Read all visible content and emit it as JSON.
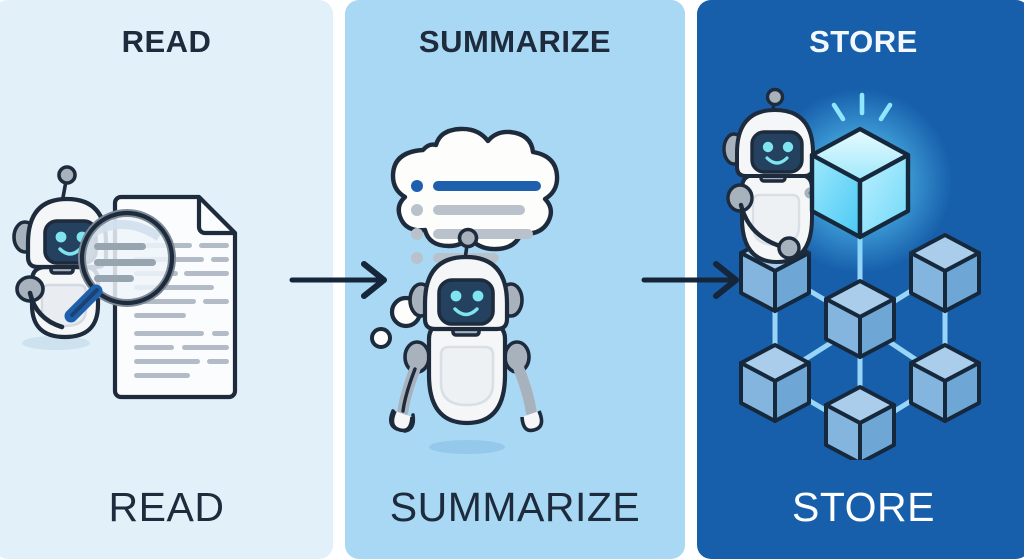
{
  "diagram": {
    "type": "three-stage-process-flow",
    "background": "#ffffff",
    "stages": [
      {
        "id": "read",
        "title": "READ",
        "caption": "READ",
        "panel_color": "#e2f0fa",
        "title_color": "#1d2b3c",
        "caption_color": "#1d2b3c",
        "illustration": "robot-with-magnifying-glass-reading-document"
      },
      {
        "id": "summarize",
        "title": "SUMMARIZE",
        "caption": "SUMMARIZE",
        "panel_color": "#a8d8f4",
        "title_color": "#1d2b3c",
        "caption_color": "#1d2b3c",
        "illustration": "robot-with-thought-bubble-bullet-list"
      },
      {
        "id": "store",
        "title": "STORE",
        "caption": "STORE",
        "panel_color": "#175fab",
        "title_color": "#f2f8fe",
        "caption_color": "#ffffff",
        "illustration": "robot-placing-glowing-block-onto-blockchain-network"
      }
    ],
    "connectors": [
      {
        "id": "arrow-1",
        "from": "read",
        "to": "summarize",
        "shape": "right-arrow",
        "color": "#15263a"
      },
      {
        "id": "arrow-2",
        "from": "summarize",
        "to": "store",
        "shape": "right-arrow",
        "color": "#15263a"
      }
    ],
    "palette": {
      "outline": "#1d2b3c",
      "robot_body": "#f4f6f8",
      "robot_metal": "#a8b2bc",
      "robot_face": "#24425f",
      "eye_cyan": "#7fe3f0",
      "document_paper": "#fbfcfd",
      "document_text_line": "#b3bcc6",
      "accent_blue": "#1e5fae",
      "glow_cyan": "#7fe8ff",
      "cube_fill": "#7fb2dd",
      "cube_top": "#a9cdeb",
      "link_line": "#9fdcfb"
    },
    "thought_bubble": {
      "rows": [
        {
          "bullet_color": "#1e5fae",
          "bar_color": "#1e5fae",
          "length": 100
        },
        {
          "bullet_color": "#b9c2cb",
          "bar_color": "#b9c2cb",
          "length": 86
        },
        {
          "bullet_color": "#b9c2cb",
          "bar_color": "#b9c2cb",
          "length": 92
        },
        {
          "bullet_color": "#b9c2cb",
          "bar_color": "#b9c2cb",
          "length": 62
        }
      ]
    },
    "blockchain": {
      "glowing_cube_label": "new-block",
      "node_count": 6,
      "layout": "hexagon-with-center"
    }
  }
}
